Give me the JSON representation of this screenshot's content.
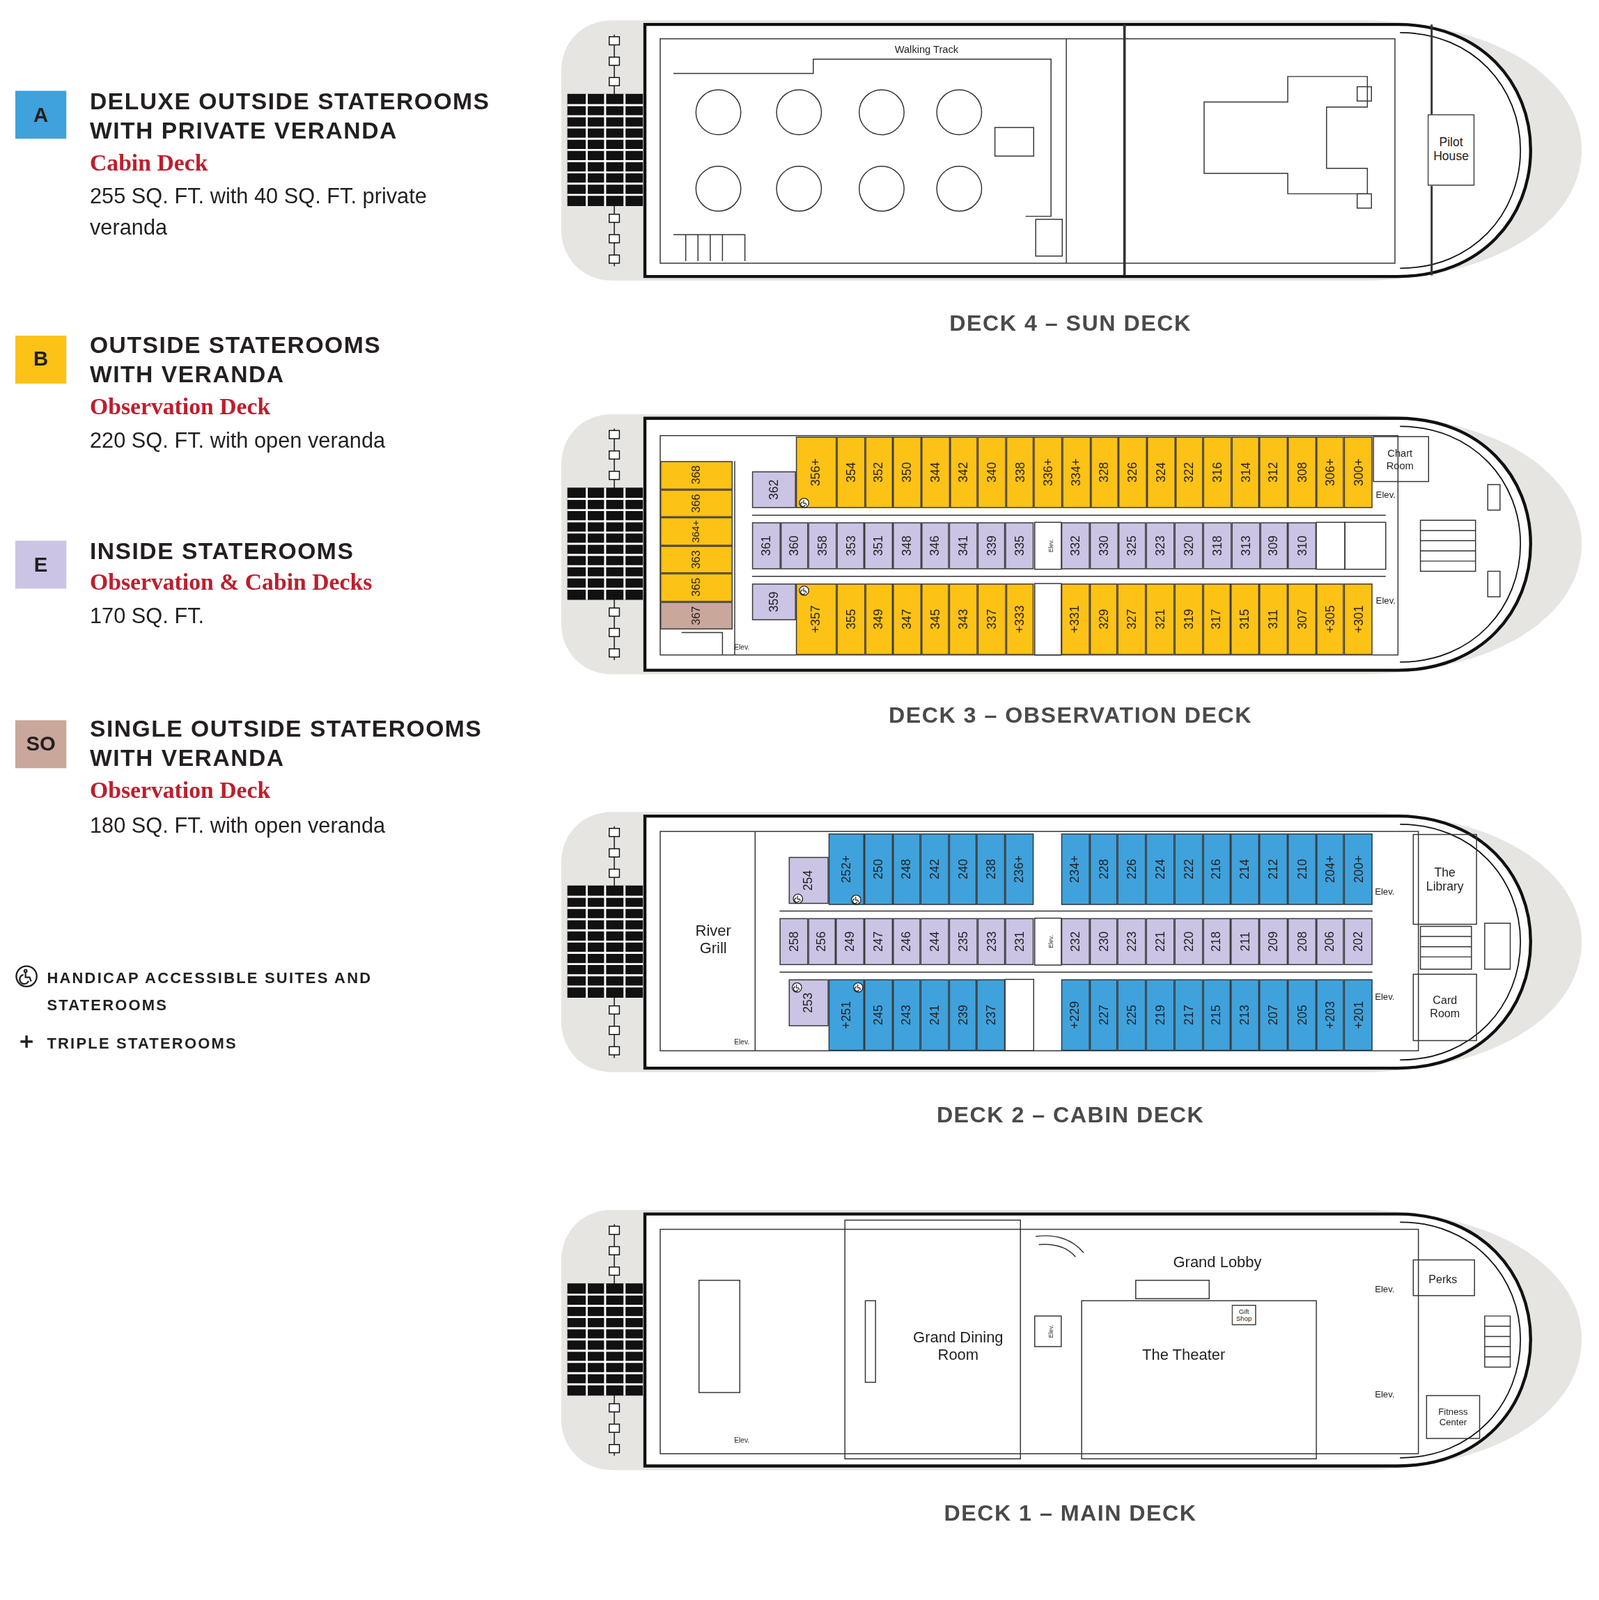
{
  "diagram": {
    "nodes": [
      {
        "text": [
          "Pilot House"
        ]
      },
      {
        "text": [
          "356+"
        ]
      },
      {
        "text": [
          "354"
        ]
      },
      {
        "text": [
          "352"
        ]
      },
      {
        "text": [
          "350"
        ]
      },
      {
        "text": [
          "344"
        ]
      },
      {
        "text": [
          "342"
        ]
      },
      {
        "text": [
          "340"
        ]
      },
      {
        "text": [
          "338"
        ]
      },
      {
        "text": [
          "336+"
        ]
      },
      {
        "text": [
          "334+"
        ]
      },
      {
        "text": [
          "328"
        ]
      },
      {
        "text": [
          "326"
        ]
      },
      {
        "text": [
          "324"
        ]
      },
      {
        "text": [
          "322"
        ]
      },
      {
        "text": [
          "316"
        ]
      },
      {
        "text": [
          "314"
        ]
      },
      {
        "text": [
          "312"
        ]
      },
      {
        "text": [
          "308"
        ]
      },
      {
        "text": [
          "306+"
        ]
      },
      {
        "text": [
          "300+"
        ]
      },
      {
        "text": [
          "362"
        ]
      },
      {
        "text": [
          "361"
        ]
      },
      {
        "text": [
          "360"
        ]
      },
      {
        "text": [
          "358"
        ]
      },
      {
        "text": [
          "353"
        ]
      },
      {
        "text": [
          "351"
        ]
      },
      {
        "text": [
          "348"
        ]
      },
      {
        "text": [
          "346"
        ]
      },
      {
        "text": [
          "341"
        ]
      },
      {
        "text": [
          "339"
        ]
      },
      {
        "text": [
          "335"
        ]
      },
      {
        "text": [
          "332"
        ]
      },
      {
        "text": [
          "330"
        ]
      },
      {
        "text": [
          "325"
        ]
      },
      {
        "text": [
          "323"
        ]
      },
      {
        "text": [
          "320"
        ]
      },
      {
        "text": [
          "318"
        ]
      },
      {
        "text": [
          "313"
        ]
      },
      {
        "text": [
          "309"
        ]
      },
      {
        "text": [
          "310"
        ]
      },
      {
        "text": [
          "359"
        ]
      },
      {
        "text": [
          "+357"
        ]
      },
      {
        "text": [
          "355"
        ]
      },
      {
        "text": [
          "349"
        ]
      },
      {
        "text": [
          "347"
        ]
      },
      {
        "text": [
          "345"
        ]
      },
      {
        "text": [
          "343"
        ]
      },
      {
        "text": [
          "337"
        ]
      },
      {
        "text": [
          "+333"
        ]
      },
      {
        "text": [
          "+331"
        ]
      },
      {
        "text": [
          "329"
        ]
      },
      {
        "text": [
          "327"
        ]
      },
      {
        "text": [
          "321"
        ]
      },
      {
        "text": [
          "319"
        ]
      },
      {
        "text": [
          "317"
        ]
      },
      {
        "text": [
          "315"
        ]
      },
      {
        "text": [
          "311"
        ]
      },
      {
        "text": [
          "307"
        ]
      },
      {
        "text": [
          "+305"
        ]
      },
      {
        "text": [
          "+301"
        ]
      },
      {
        "text": [
          "368"
        ]
      },
      {
        "text": [
          "366"
        ]
      },
      {
        "text": [
          "364+"
        ]
      },
      {
        "text": [
          "363"
        ]
      },
      {
        "text": [
          "365"
        ]
      },
      {
        "text": [
          "367"
        ]
      },
      {
        "text": [
          "254"
        ]
      },
      {
        "text": [
          "252+"
        ]
      },
      {
        "text": [
          "250"
        ]
      },
      {
        "text": [
          "248"
        ]
      },
      {
        "text": [
          "242"
        ]
      },
      {
        "text": [
          "240"
        ]
      },
      {
        "text": [
          "238"
        ]
      },
      {
        "text": [
          "236+"
        ]
      },
      {
        "text": [
          "234+"
        ]
      },
      {
        "text": [
          "228"
        ]
      },
      {
        "text": [
          "226"
        ]
      },
      {
        "text": [
          "224"
        ]
      },
      {
        "text": [
          "222"
        ]
      },
      {
        "text": [
          "216"
        ]
      },
      {
        "text": [
          "214"
        ]
      },
      {
        "text": [
          "212"
        ]
      },
      {
        "text": [
          "210"
        ]
      },
      {
        "text": [
          "204+"
        ]
      },
      {
        "text": [
          "200+"
        ]
      },
      {
        "text": [
          "258"
        ]
      },
      {
        "text": [
          "256"
        ]
      },
      {
        "text": [
          "249"
        ]
      },
      {
        "text": [
          "247"
        ]
      },
      {
        "text": [
          "246"
        ]
      },
      {
        "text": [
          "244"
        ]
      },
      {
        "text": [
          "235"
        ]
      },
      {
        "text": [
          "233"
        ]
      },
      {
        "text": [
          "231"
        ]
      },
      {
        "text": [
          "232"
        ]
      },
      {
        "text": [
          "230"
        ]
      },
      {
        "text": [
          "223"
        ]
      },
      {
        "text": [
          "221"
        ]
      },
      {
        "text": [
          "220"
        ]
      },
      {
        "text": [
          "218"
        ]
      },
      {
        "text": [
          "211"
        ]
      },
      {
        "text": [
          "209"
        ]
      },
      {
        "text": [
          "208"
        ]
      },
      {
        "text": [
          "206"
        ]
      },
      {
        "text": [
          "202"
        ]
      },
      {
        "text": [
          "253"
        ]
      },
      {
        "text": [
          "+251"
        ]
      },
      {
        "text": [
          "245"
        ]
      },
      {
        "text": [
          "243"
        ]
      },
      {
        "text": [
          "241"
        ]
      },
      {
        "text": [
          "239"
        ]
      },
      {
        "text": [
          "237"
        ]
      },
      {
        "text": [
          "+229"
        ]
      },
      {
        "text": [
          "227"
        ]
      },
      {
        "text": [
          "225"
        ]
      },
      {
        "text": [
          "219"
        ]
      },
      {
        "text": [
          "217"
        ]
      },
      {
        "text": [
          "215"
        ]
      },
      {
        "text": [
          "213"
        ]
      },
      {
        "text": [
          "207"
        ]
      },
      {
        "text": [
          "205"
        ]
      },
      {
        "text": [
          "+203"
        ]
      },
      {
        "text": [
          "+201"
        ]
      },
      {
        "text": [
          "Gift Shop"
        ]
      }
    ],
    "labels": [
      "A",
      "Cabin Deck",
      "255 SQ. FT. with 40 SQ. FT. private veranda",
      "B",
      "Observation Deck",
      "220 SQ. FT. with open veranda",
      "E",
      "Observation & Cabin Decks",
      "170 SQ. FT.",
      "SO",
      "Observation Deck",
      "180 SQ. FT. with open veranda",
      "Walking Track",
      "DECK 4 – SUN DECK",
      "Chart Room",
      "Elev.",
      "Elev.",
      "Elev.",
      "Elev.",
      "DECK 3 – OBSERVATION DECK",
      "The Library",
      "River Grill",
      "Card Room",
      "Elev.",
      "Elev.",
      "Elev.",
      "Elev.",
      "DECK 2 – CABIN DECK",
      "Grand Lobby",
      "Grand Dining Room",
      "The Theater",
      "Perks",
      "Elev.",
      "Elev.",
      "Elev.",
      "Elev.",
      "Fitness Center",
      "DECK 1 – MAIN DECK"
    ],
    "legend": [
      {
        "text": "DELUXE OUTSIDE STATEROOMS WITH PRIVATE VERANDA",
        "color": "#3fa2dc"
      },
      {
        "text": "OUTSIDE STATEROOMS WITH VERANDA",
        "color": "#fcc216"
      },
      {
        "text": "INSIDE STATEROOMS",
        "color": "#cbc4e4"
      },
      {
        "text": "SINGLE OUTSIDE STATEROOMS WITH VERANDA",
        "color": "#c9a79a"
      },
      {
        "text": "HANDICAP ACCESSIBLE SUITES AND STATEROOMS"
      },
      {
        "text": "TRIPLE STATEROOMS"
      }
    ]
  }
}
